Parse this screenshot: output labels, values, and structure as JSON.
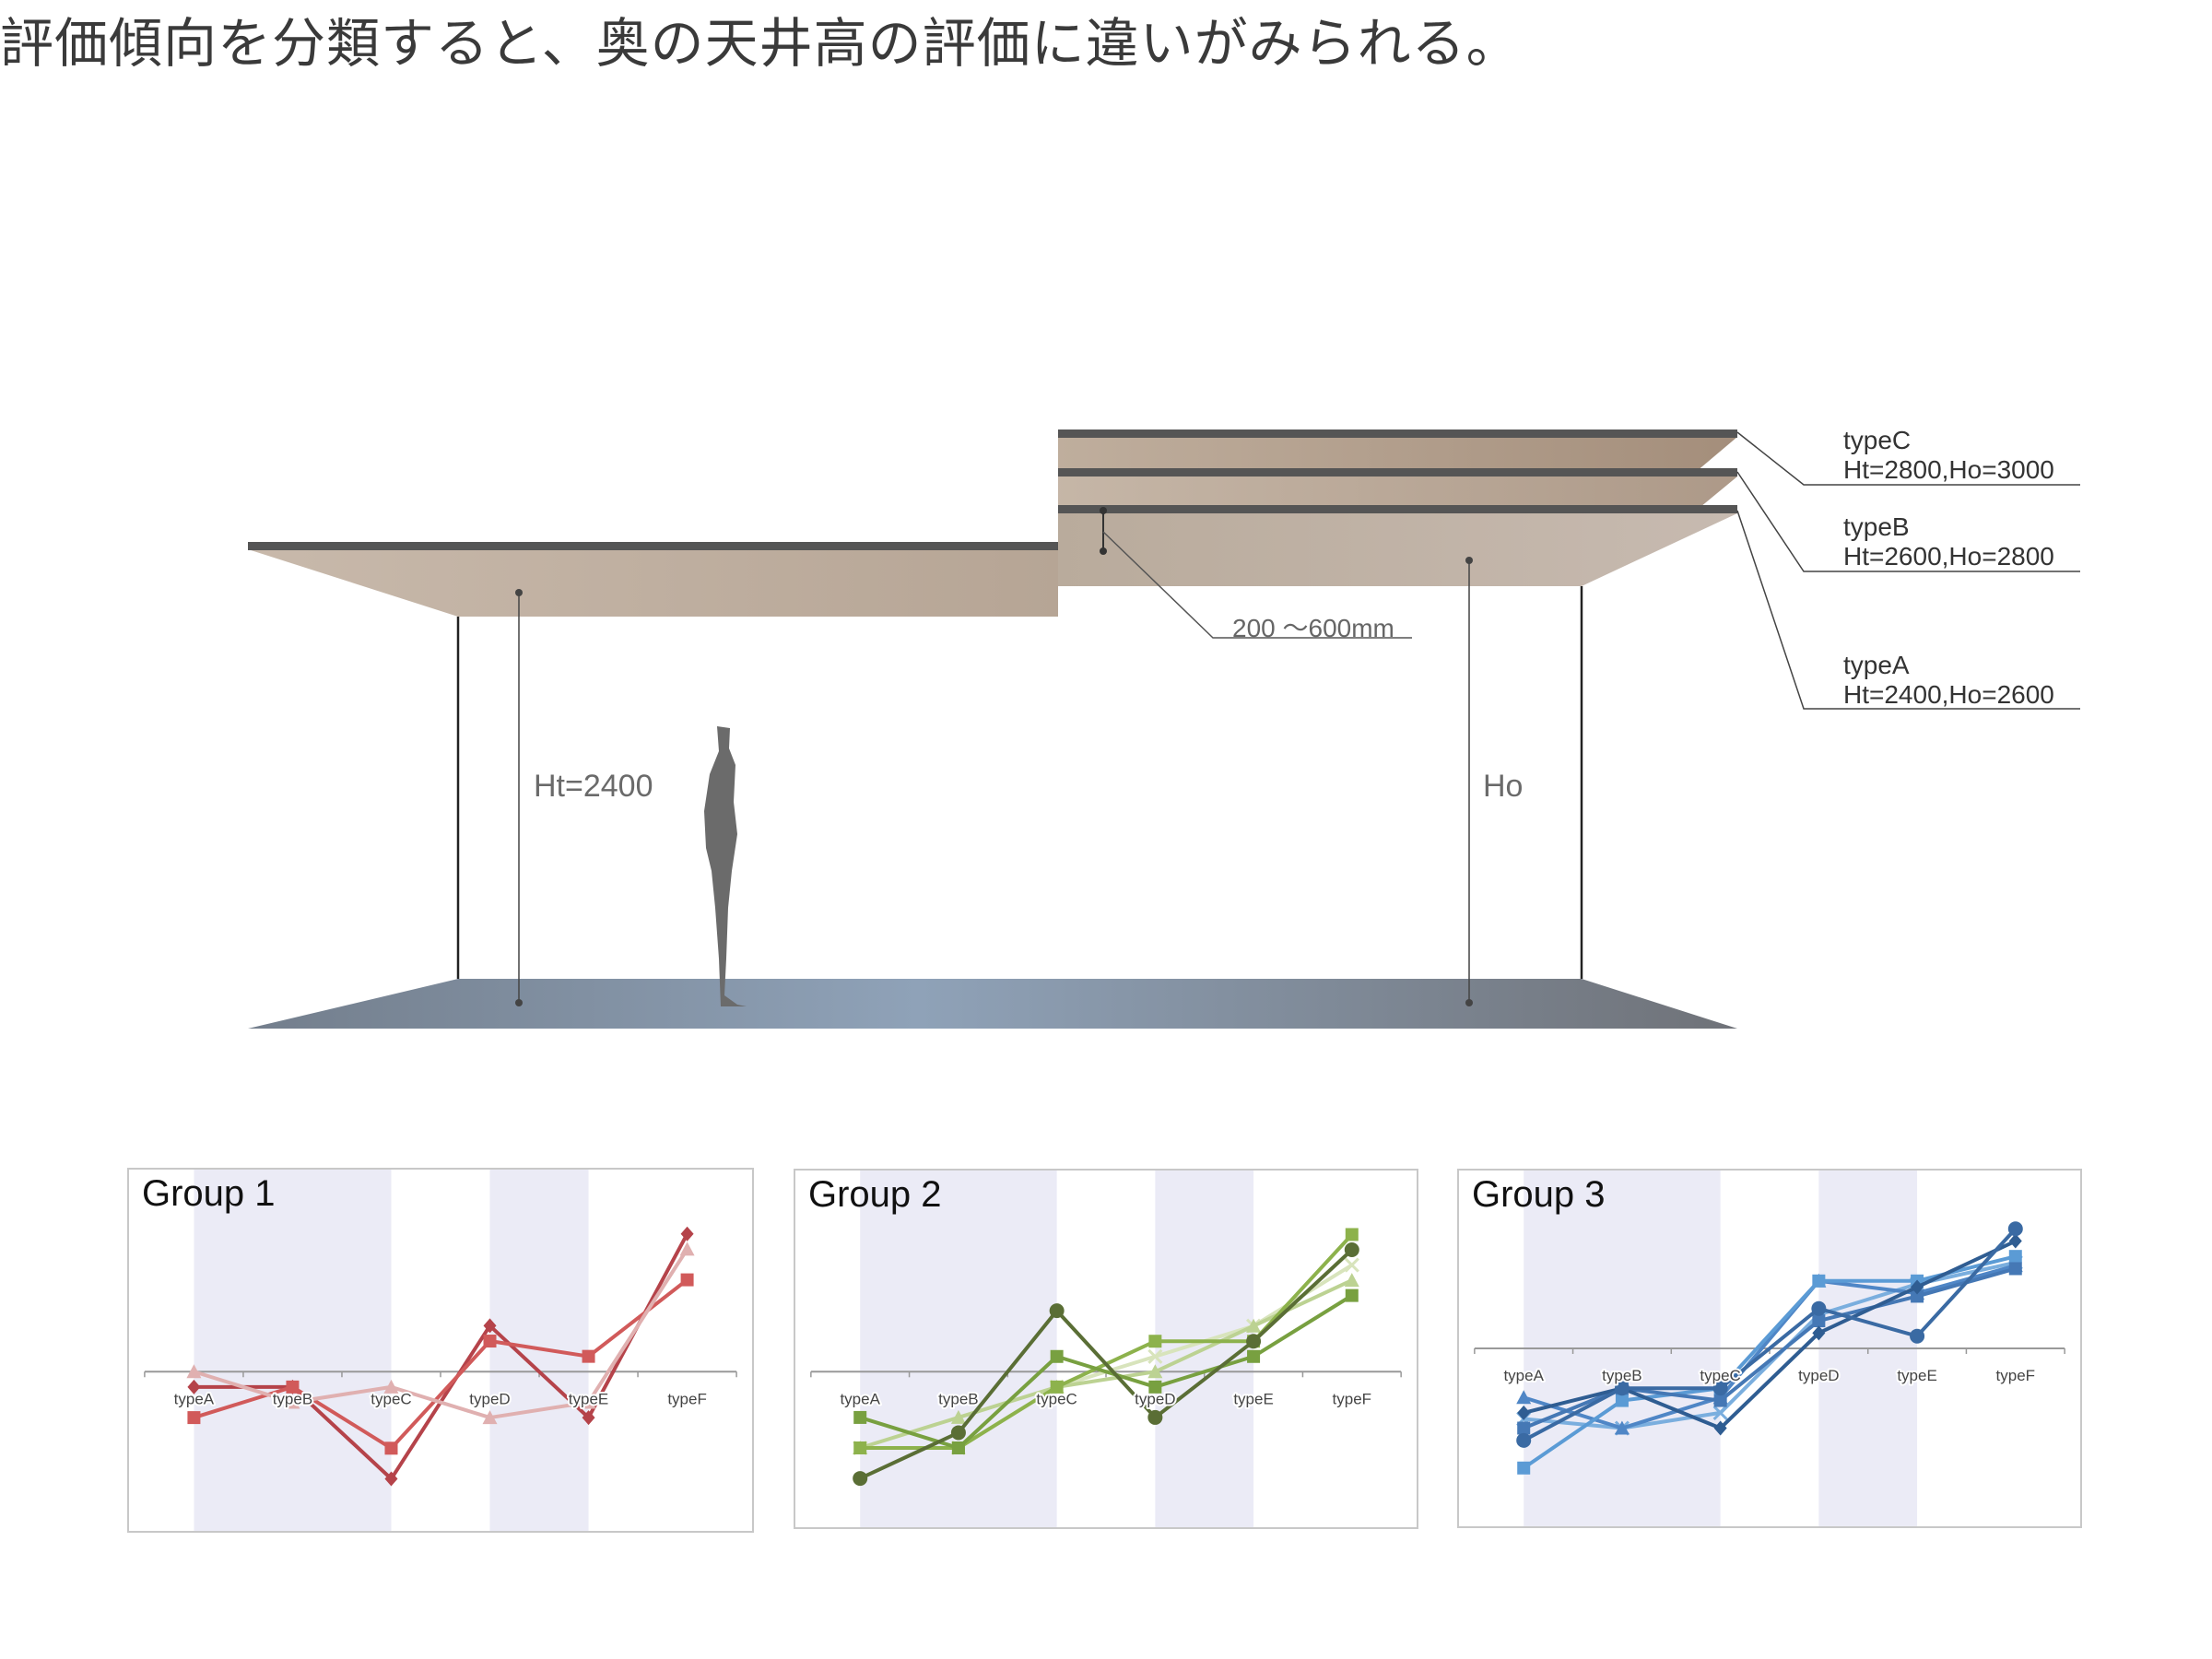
{
  "title": "評価傾向を分類すると、奥の天井高の評価に違いがみられる。",
  "diagram": {
    "ht_label": "Ht=2400",
    "ho_label": "Ho",
    "step_label": "200 ～600mm",
    "types": [
      {
        "name": "typeC",
        "spec": "Ht=2800,Ho=3000"
      },
      {
        "name": "typeB",
        "spec": "Ht=2600,Ho=2800"
      },
      {
        "name": "typeA",
        "spec": "Ht=2400,Ho=2600"
      }
    ],
    "colors": {
      "ceiling": "#b8a898",
      "ceiling_edge": "#555555",
      "floor": "#7d8a9a",
      "person": "#6b6b6b"
    }
  },
  "chart_data": [
    {
      "type": "line",
      "title": "Group 1",
      "categories": [
        "typeA",
        "typeB",
        "typeC",
        "typeD",
        "typeE",
        "typeF"
      ],
      "ylim": [
        -5.2,
        6.6
      ],
      "shaded_bands": [
        [
          "typeA",
          "typeC"
        ],
        [
          "typeD",
          "typeE"
        ]
      ],
      "series": [
        {
          "marker": "diamond",
          "color": "#b5434a",
          "values": [
            -0.5,
            -0.5,
            -3.5,
            1.5,
            -1.5,
            4.5
          ]
        },
        {
          "marker": "square",
          "color": "#d15a5a",
          "values": [
            -1.5,
            -0.5,
            -2.5,
            1.0,
            0.5,
            3.0
          ]
        },
        {
          "marker": "triangle",
          "color": "#e0b0b0",
          "values": [
            0.0,
            -1.0,
            -0.5,
            -1.5,
            -1.0,
            4.0
          ]
        }
      ]
    },
    {
      "type": "line",
      "title": "Group 2",
      "categories": [
        "typeA",
        "typeB",
        "typeC",
        "typeD",
        "typeE",
        "typeF"
      ],
      "ylim": [
        -5.1,
        6.6
      ],
      "shaded_bands": [
        [
          "typeA",
          "typeC"
        ],
        [
          "typeD",
          "typeE"
        ]
      ],
      "series": [
        {
          "marker": "x",
          "color": "#d8e4bc",
          "values": [
            -2.5,
            -2.5,
            -0.5,
            0.5,
            1.5,
            3.5
          ]
        },
        {
          "marker": "triangle",
          "color": "#bcd292",
          "values": [
            -2.5,
            -1.5,
            -0.5,
            0.0,
            1.5,
            3.0
          ]
        },
        {
          "marker": "square",
          "color": "#8db24c",
          "values": [
            -2.5,
            -2.5,
            -0.5,
            1.0,
            1.0,
            4.5
          ]
        },
        {
          "marker": "square",
          "color": "#78a040",
          "values": [
            -1.5,
            -2.5,
            0.5,
            -0.5,
            0.5,
            2.5
          ]
        },
        {
          "marker": "circle",
          "color": "#5a6e35",
          "values": [
            -3.5,
            -2.0,
            2.0,
            -1.5,
            1.0,
            4.0
          ]
        }
      ]
    },
    {
      "type": "line",
      "title": "Group 3",
      "categories": [
        "typeA",
        "typeB",
        "typeC",
        "typeD",
        "typeE",
        "typeF"
      ],
      "ylim": [
        -5.8,
        5.8
      ],
      "shaded_bands": [
        [
          "typeA",
          "typeC"
        ],
        [
          "typeD",
          "typeE"
        ]
      ],
      "series": [
        {
          "marker": "x",
          "color": "#7aaede",
          "values": [
            -2.3,
            -2.6,
            -2.1,
            1.1,
            2.1,
            2.8
          ]
        },
        {
          "marker": "triangle",
          "color": "#4f86c6",
          "values": [
            -1.6,
            -2.6,
            -1.6,
            2.2,
            1.8,
            2.7
          ]
        },
        {
          "marker": "square",
          "color": "#5b9bd5",
          "values": [
            -3.9,
            -1.7,
            -1.3,
            2.2,
            2.2,
            3.0
          ]
        },
        {
          "marker": "square",
          "color": "#4578b5",
          "values": [
            -2.6,
            -1.3,
            -1.7,
            0.9,
            1.7,
            2.6
          ]
        },
        {
          "marker": "diamond",
          "color": "#2f5d92",
          "values": [
            -2.1,
            -1.3,
            -2.6,
            0.5,
            2.0,
            3.5
          ]
        },
        {
          "marker": "circle",
          "color": "#3a6aa3",
          "values": [
            -3.0,
            -1.3,
            -1.3,
            1.3,
            0.4,
            3.9
          ]
        }
      ]
    }
  ]
}
